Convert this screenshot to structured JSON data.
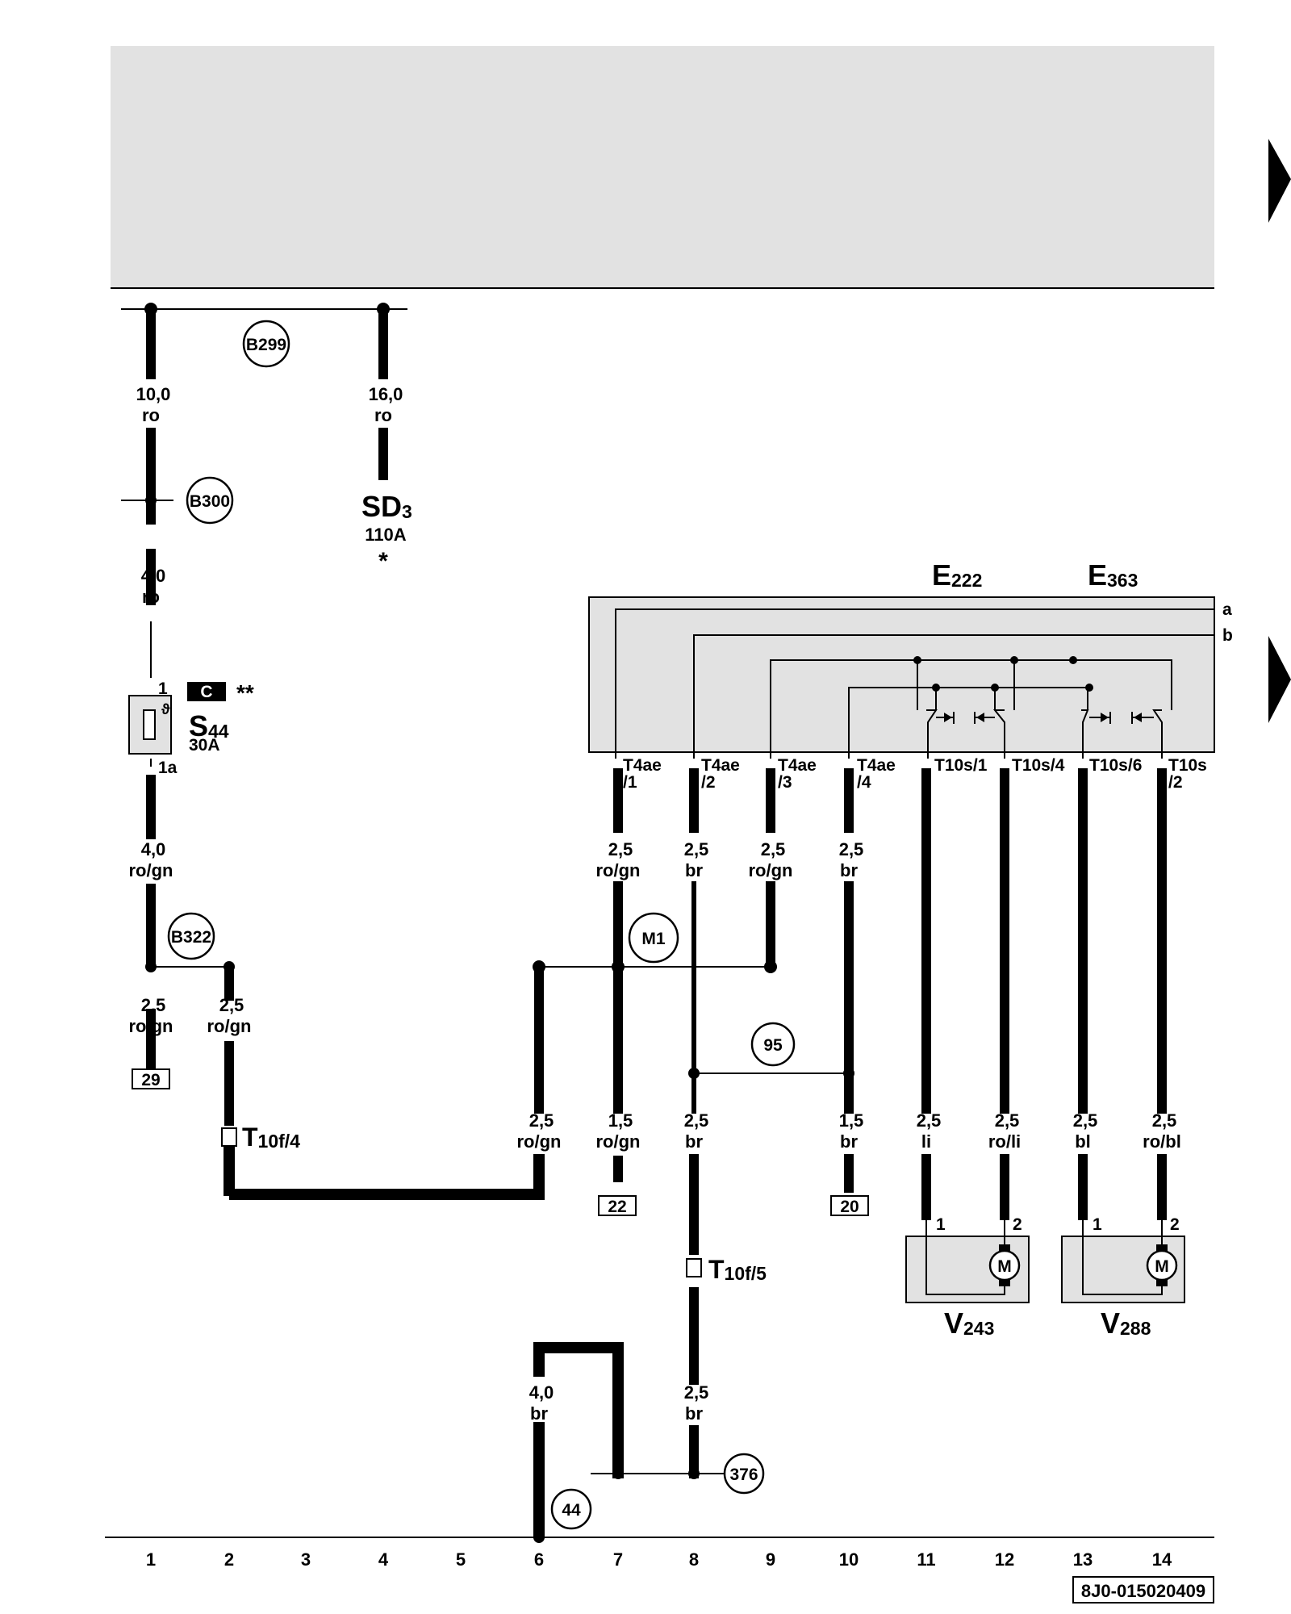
{
  "header_arrows": [
    "arrow-right-icon",
    "arrow-right-icon"
  ],
  "splices": {
    "b299": "B299",
    "b300": "B300",
    "b322": "B322",
    "m1": "M1",
    "n95": "95",
    "n376": "376",
    "n44": "44"
  },
  "wires": {
    "w1a_size": "10,0",
    "w1a_color": "ro",
    "w4_size": "16,0",
    "w4_color": "ro",
    "w1b_size": "4,0",
    "w1b_color": "ro",
    "w1c_size": "4,0",
    "w1c_color": "ro/gn",
    "w1d_size": "2,5",
    "w1d_color": "ro/gn",
    "w2_size": "2,5",
    "w2_color": "ro/gn",
    "w6a_size": "2,5",
    "w6a_color": "ro/gn",
    "w6b_size": "4,0",
    "w6b_color": "br",
    "w7a_size": "2,5",
    "w7a_color": "ro/gn",
    "w7b_size": "1,5",
    "w7b_color": "ro/gn",
    "w8a_size": "2,5",
    "w8a_color": "br",
    "w8b_size": "2,5",
    "w8b_color": "br",
    "w8c_size": "2,5",
    "w8c_color": "br",
    "w9_size": "2,5",
    "w9_color": "ro/gn",
    "w10a_size": "2,5",
    "w10a_color": "br",
    "w10b_size": "1,5",
    "w10b_color": "br",
    "w11_size": "2,5",
    "w11_color": "li",
    "w12_size": "2,5",
    "w12_color": "ro/li",
    "w13_size": "2,5",
    "w13_color": "bl",
    "w14_size": "2,5",
    "w14_color": "ro/bl"
  },
  "components": {
    "sd_main": "SD",
    "sd_sub": "3",
    "sd_rating": "110A",
    "sd_note": "*",
    "s_main": "S",
    "s_sub": "44",
    "s_rating": "30A",
    "s_pin1": "1",
    "s_pin1a": "1a",
    "s_code": "C",
    "s_note": "**",
    "s_symbol": "ϑ",
    "e222_main": "E",
    "e222_sub": "222",
    "e363_main": "E",
    "e363_sub": "363",
    "v243_main": "V",
    "v243_sub": "243",
    "v288_main": "V",
    "v288_sub": "288",
    "motor": "M",
    "side_a": "a",
    "side_b": "b"
  },
  "connectors": {
    "t4ae1": "T4ae",
    "t4ae1_pin": "/1",
    "t4ae2": "T4ae",
    "t4ae2_pin": "/2",
    "t4ae3": "T4ae",
    "t4ae3_pin": "/3",
    "t4ae4": "T4ae",
    "t4ae4_pin": "/4",
    "t10s1": "T10s/1",
    "t10s4": "T10s/4",
    "t10s6": "T10s/6",
    "t10s2": "T10s",
    "t10s2_pin": "/2",
    "t10f4_main": "T",
    "t10f4_sub": "10f/4",
    "t10f5_main": "T",
    "t10f5_sub": "10f/5",
    "v243_pin1": "1",
    "v243_pin2": "2",
    "v288_pin1": "1",
    "v288_pin2": "2"
  },
  "refs": {
    "r29": "29",
    "r22": "22",
    "r20": "20"
  },
  "columns": [
    "1",
    "2",
    "3",
    "4",
    "5",
    "6",
    "7",
    "8",
    "9",
    "10",
    "11",
    "12",
    "13",
    "14"
  ],
  "doc_id": "8J0-015020409"
}
